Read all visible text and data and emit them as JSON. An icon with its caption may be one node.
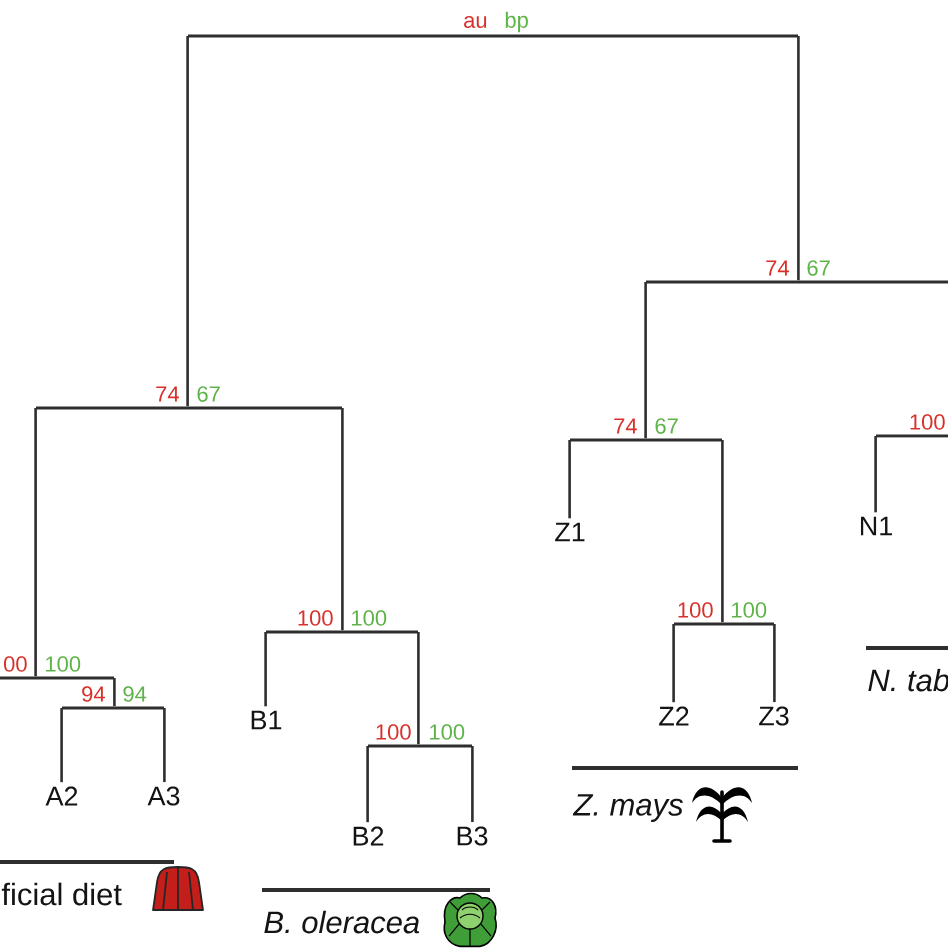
{
  "diagram": {
    "nodes": [
      {
        "text": [
          "au",
          "bp"
        ]
      },
      {
        "text": [
          "74",
          "67"
        ]
      },
      {
        "text": [
          "00",
          "100"
        ]
      },
      {
        "text": [
          "94",
          "94"
        ]
      },
      {
        "text": [
          "A2"
        ]
      },
      {
        "text": [
          "A3"
        ]
      },
      {
        "text": [
          "100",
          "100"
        ]
      },
      {
        "text": [
          "B1"
        ]
      },
      {
        "text": [
          "100",
          "100"
        ]
      },
      {
        "text": [
          "B2"
        ]
      },
      {
        "text": [
          "B3"
        ]
      },
      {
        "text": [
          "74",
          "67"
        ]
      },
      {
        "text": [
          "74",
          "67"
        ]
      },
      {
        "text": [
          "Z1"
        ]
      },
      {
        "text": [
          "100",
          "100"
        ]
      },
      {
        "text": [
          "Z2"
        ]
      },
      {
        "text": [
          "Z3"
        ]
      },
      {
        "text": [
          "100"
        ]
      },
      {
        "text": [
          "N1"
        ]
      }
    ],
    "edges": [
      {
        "from": 0,
        "to": 1,
        "arrow": "none"
      },
      {
        "from": 0,
        "to": 11,
        "arrow": "none"
      },
      {
        "from": 1,
        "to": 2,
        "arrow": "none"
      },
      {
        "from": 1,
        "to": 6,
        "arrow": "none"
      },
      {
        "from": 2,
        "to": 3,
        "arrow": "none"
      },
      {
        "from": 3,
        "to": 4,
        "arrow": "none"
      },
      {
        "from": 3,
        "to": 5,
        "arrow": "none"
      },
      {
        "from": 6,
        "to": 7,
        "arrow": "none"
      },
      {
        "from": 6,
        "to": 8,
        "arrow": "none"
      },
      {
        "from": 8,
        "to": 9,
        "arrow": "none"
      },
      {
        "from": 8,
        "to": 10,
        "arrow": "none"
      },
      {
        "from": 11,
        "to": 12,
        "arrow": "none"
      },
      {
        "from": 12,
        "to": 13,
        "arrow": "none"
      },
      {
        "from": 12,
        "to": 14,
        "arrow": "none"
      },
      {
        "from": 14,
        "to": 15,
        "arrow": "none"
      },
      {
        "from": 14,
        "to": 16,
        "arrow": "none"
      },
      {
        "from": 17,
        "to": 18,
        "arrow": "none"
      }
    ],
    "labels": [
      "ficial diet",
      "B. oleracea",
      "Z. mays",
      "N. tab"
    ]
  }
}
